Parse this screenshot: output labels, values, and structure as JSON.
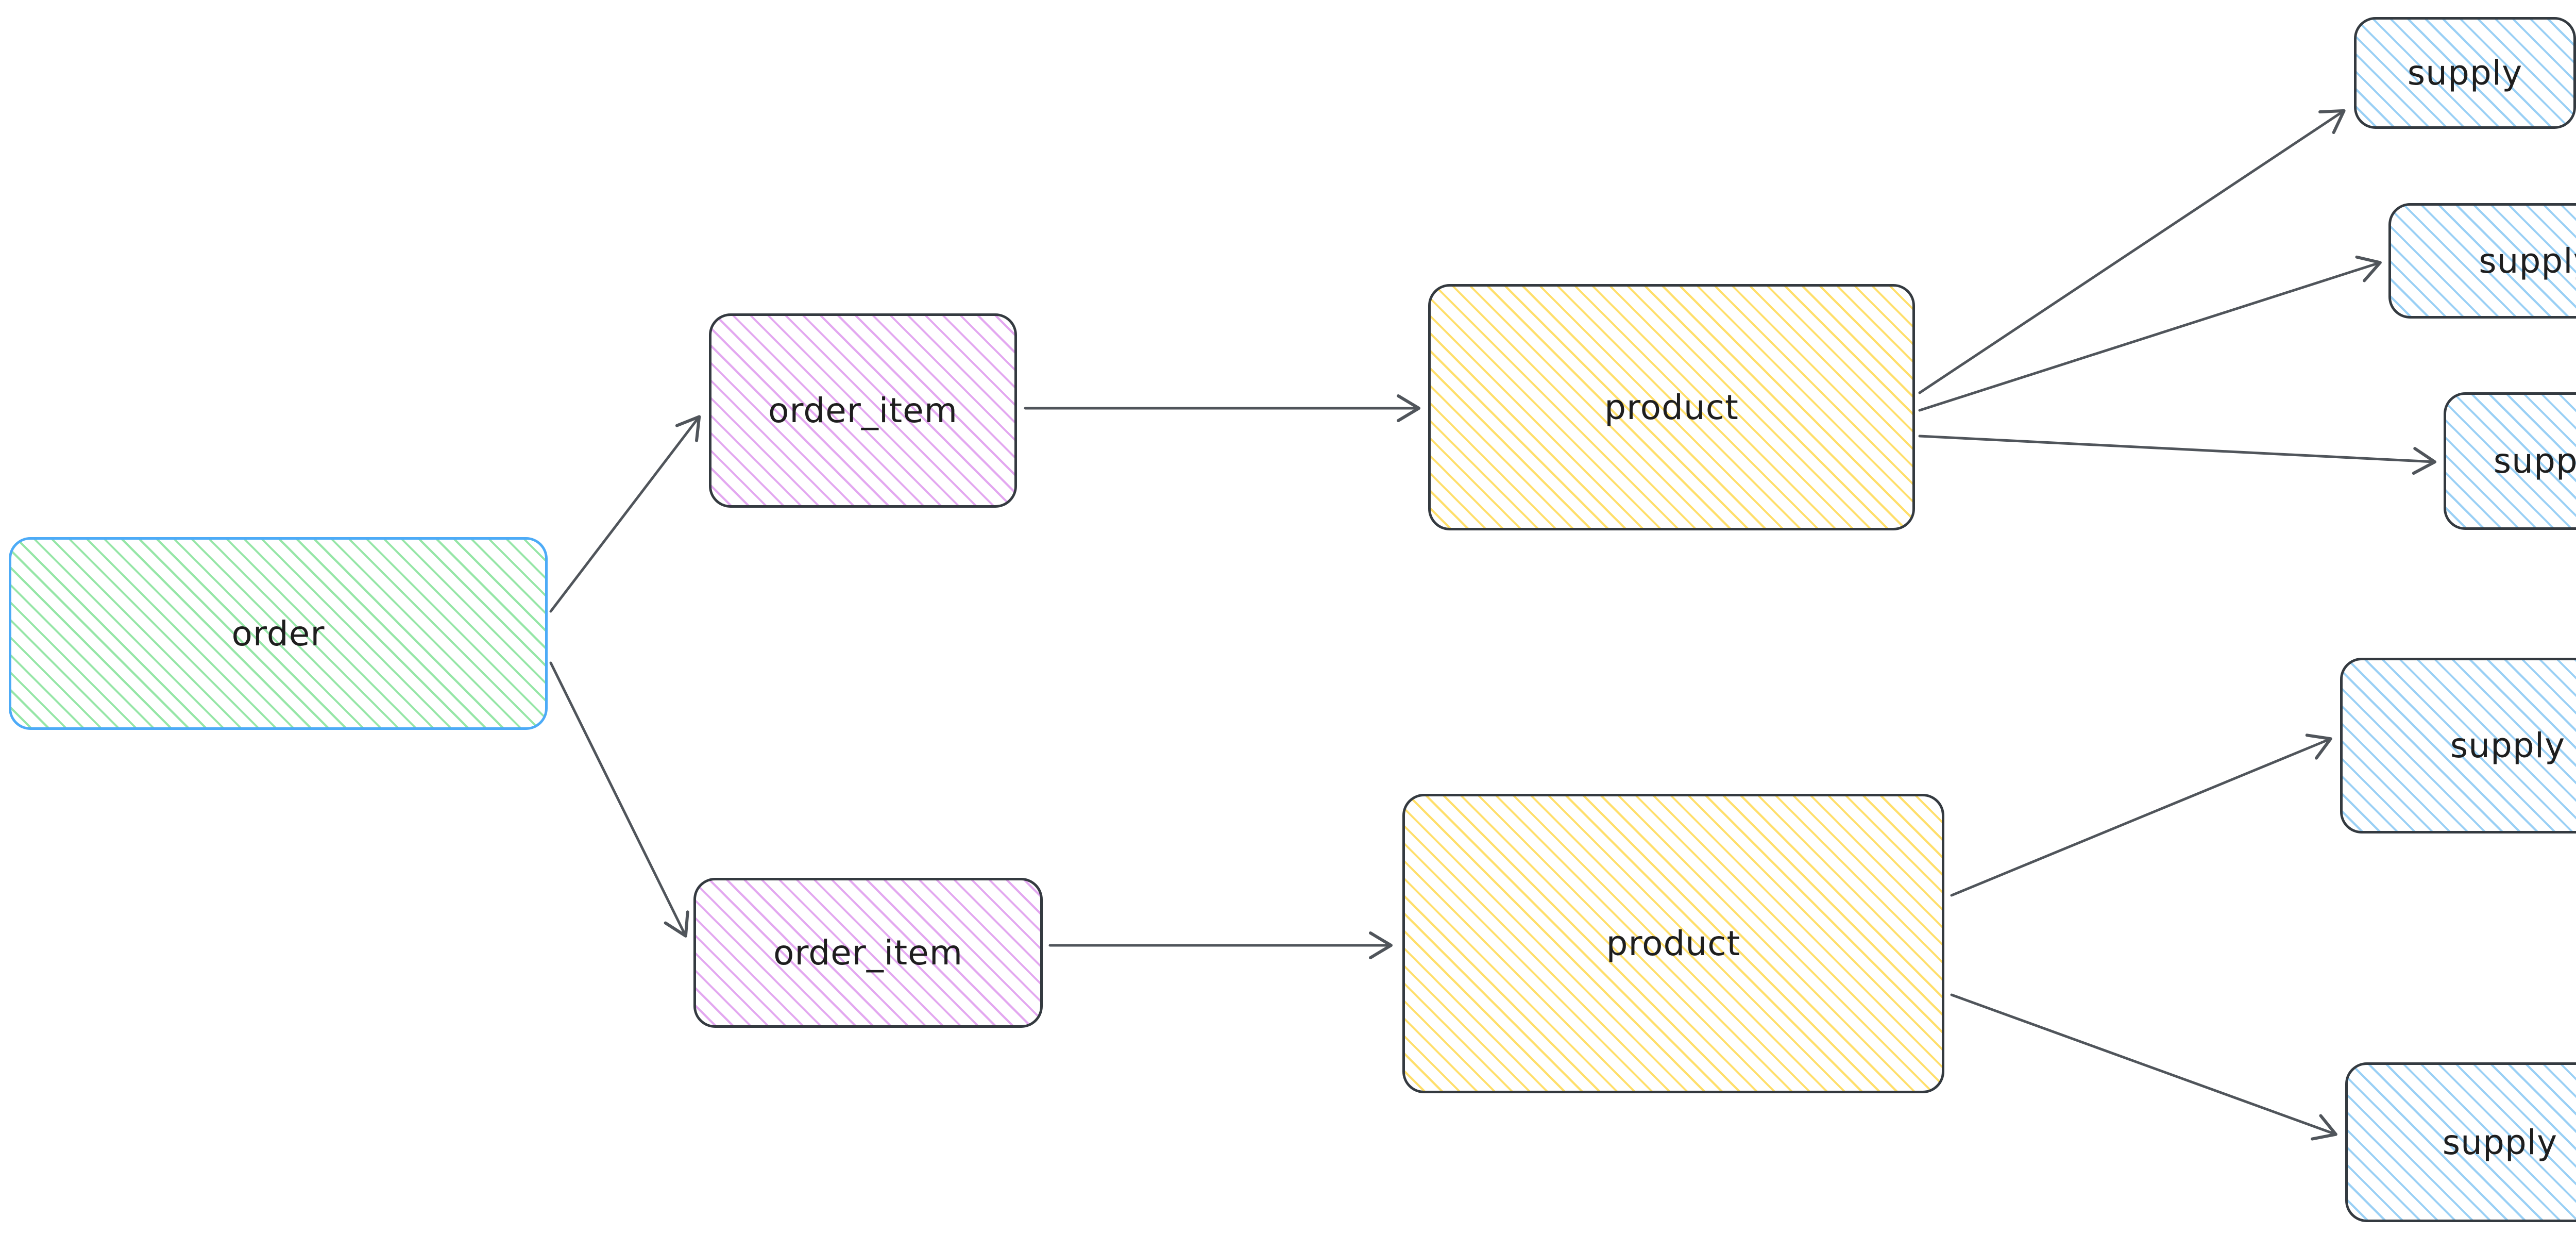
{
  "diagram": {
    "background_color": "#ffffff",
    "arrow_color": "#50555b",
    "text_color": "#1e1e1e",
    "nodes": [
      {
        "id": "order",
        "label": "order",
        "fill": "#ebfbee",
        "hatch": "#96e6a7",
        "stroke": "#4dabf7"
      },
      {
        "id": "order_item_1",
        "label": "order_item",
        "fill": "#f8f0fc",
        "hatch": "#e3a8f0",
        "stroke": "#343a40"
      },
      {
        "id": "order_item_2",
        "label": "order_item",
        "fill": "#f8f0fc",
        "hatch": "#e3a8f0",
        "stroke": "#343a40"
      },
      {
        "id": "product_1",
        "label": "product",
        "fill": "#fff9db",
        "hatch": "#ffdf6b",
        "stroke": "#343a40"
      },
      {
        "id": "product_2",
        "label": "product",
        "fill": "#fff9db",
        "hatch": "#ffdf6b",
        "stroke": "#343a40"
      },
      {
        "id": "supply_1",
        "label": "supply",
        "fill": "#e7f5ff",
        "hatch": "#9ad0f5",
        "stroke": "#343a40"
      },
      {
        "id": "supply_2",
        "label": "supply",
        "fill": "#e7f5ff",
        "hatch": "#9ad0f5",
        "stroke": "#343a40"
      },
      {
        "id": "supply_3",
        "label": "supply",
        "fill": "#e7f5ff",
        "hatch": "#9ad0f5",
        "stroke": "#343a40"
      },
      {
        "id": "supply_4",
        "label": "supply",
        "fill": "#e7f5ff",
        "hatch": "#9ad0f5",
        "stroke": "#343a40"
      },
      {
        "id": "supply_5",
        "label": "supply",
        "fill": "#e7f5ff",
        "hatch": "#9ad0f5",
        "stroke": "#343a40"
      }
    ],
    "edges": [
      {
        "from": "order",
        "to": "order_item_1"
      },
      {
        "from": "order",
        "to": "order_item_2"
      },
      {
        "from": "order_item_1",
        "to": "product_1"
      },
      {
        "from": "order_item_2",
        "to": "product_2"
      },
      {
        "from": "product_1",
        "to": "supply_1"
      },
      {
        "from": "product_1",
        "to": "supply_2"
      },
      {
        "from": "product_1",
        "to": "supply_3"
      },
      {
        "from": "product_2",
        "to": "supply_4"
      },
      {
        "from": "product_2",
        "to": "supply_5"
      }
    ]
  }
}
